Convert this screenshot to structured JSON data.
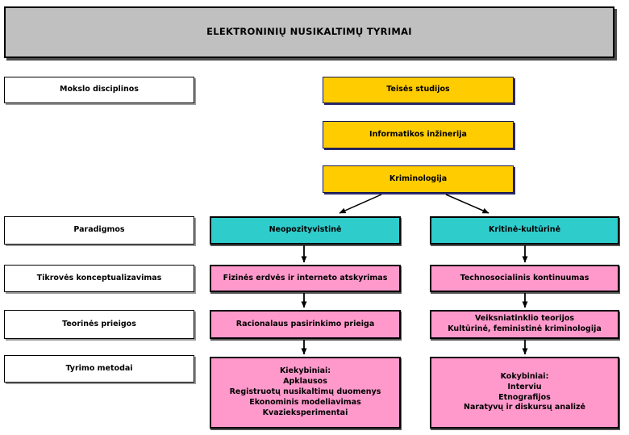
{
  "title": "ELEKTRONINIŲ NUSIKALTIMŲ TYRIMAI",
  "row_labels": [
    "Mokslo disciplinos",
    "Paradigmos",
    "Tikrovės konceptualizavimas",
    "Teorinės prieigos",
    "Tyrimo metodai"
  ],
  "disciplines": [
    "Teisės studijos",
    "Informatikos inžinerija",
    "Kriminologija"
  ],
  "columns": [
    {
      "paradigm": "Neopozityvistinė",
      "conceptualization": "Fizinės erdvės ir interneto atskyrimas",
      "approach": "Racionalaus pasirinkimo prieiga",
      "methods": "Kiekybiniai:\nApklausos\nRegistruotų nusikaltimų duomenys\nEkonominis modeliavimas\nKvazieksperimentai"
    },
    {
      "paradigm": "Kritinė-kultūrinė",
      "conceptualization": "Technosocialinis kontinuumas",
      "approach": "Veiksniatinklio teorijos\nKultūrinė, feministinė kriminologija",
      "methods": "Kokybiniai:\nInterviu\nEtnografijos\nNaratyvų ir diskursų analizė"
    }
  ],
  "colors": {
    "header_bg": "#c0c0c0",
    "discipline_bg": "#ffcc00",
    "paradigm_bg": "#2fcccc",
    "pink_bg": "#ff99cc"
  }
}
